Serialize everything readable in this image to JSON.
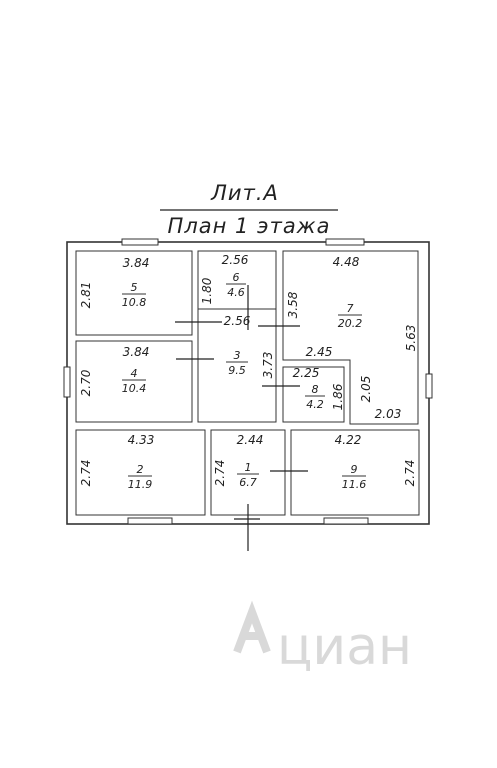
{
  "title": {
    "line1": "Лит.А",
    "line2": "План 1 этажа"
  },
  "rooms": [
    {
      "id": "1",
      "number": "1",
      "area": "6.7",
      "width": "2.44",
      "height": "2.74"
    },
    {
      "id": "2",
      "number": "2",
      "area": "11.9",
      "width": "4.33",
      "height": "2.74"
    },
    {
      "id": "3",
      "number": "3",
      "area": "9.5",
      "width": "2.56",
      "height": "3.73"
    },
    {
      "id": "4",
      "number": "4",
      "area": "10.4",
      "width": "3.84",
      "height": "2.70"
    },
    {
      "id": "5",
      "number": "5",
      "area": "10.8",
      "width": "3.84",
      "height": "2.81"
    },
    {
      "id": "6",
      "number": "6",
      "area": "4.6",
      "width": "2.56",
      "height": "1.80"
    },
    {
      "id": "7",
      "number": "7",
      "area": "20.2",
      "width": "4.48",
      "height": "5.63",
      "extra1": "3.58",
      "extra2": "2.45",
      "extra3": "2.05",
      "extra4": "2.03"
    },
    {
      "id": "8",
      "number": "8",
      "area": "4.2",
      "width": "2.25",
      "height": "1.86"
    },
    {
      "id": "9",
      "number": "9",
      "area": "11.6",
      "width": "4.22",
      "height": "2.74"
    }
  ],
  "watermark": "циан"
}
